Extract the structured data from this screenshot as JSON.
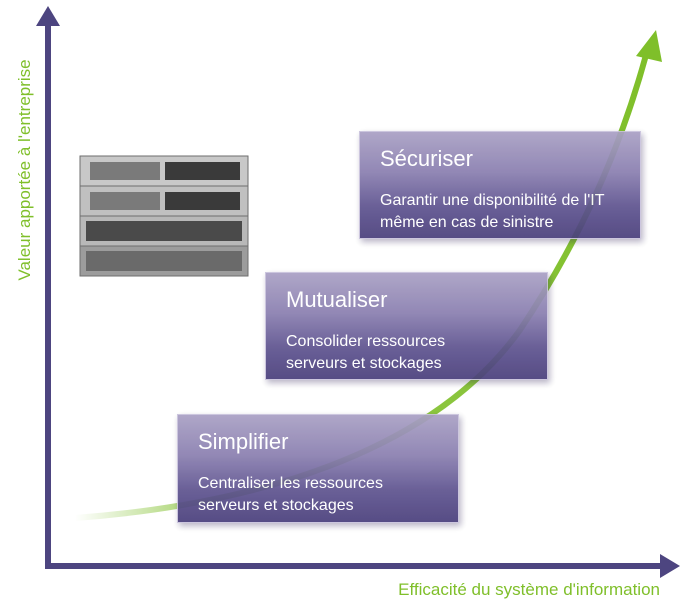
{
  "axes": {
    "y_label": "Valeur apportée à l'entreprise",
    "x_label": "Efficacité du système d'information",
    "axis_color": "#4d4580",
    "curve_color": "#7fbf2a"
  },
  "steps": [
    {
      "title": "Simplifier",
      "description_lines": [
        "Centraliser les ressources",
        "serveurs et stockages"
      ]
    },
    {
      "title": "Mutualiser",
      "description_lines": [
        "Consolider ressources",
        "serveurs et stockages"
      ]
    },
    {
      "title": "Sécuriser",
      "description_lines": [
        "Garantir une disponibilité de l'IT",
        "même en cas de sinistre"
      ]
    }
  ],
  "image": {
    "icon": "server-rack-icon"
  }
}
